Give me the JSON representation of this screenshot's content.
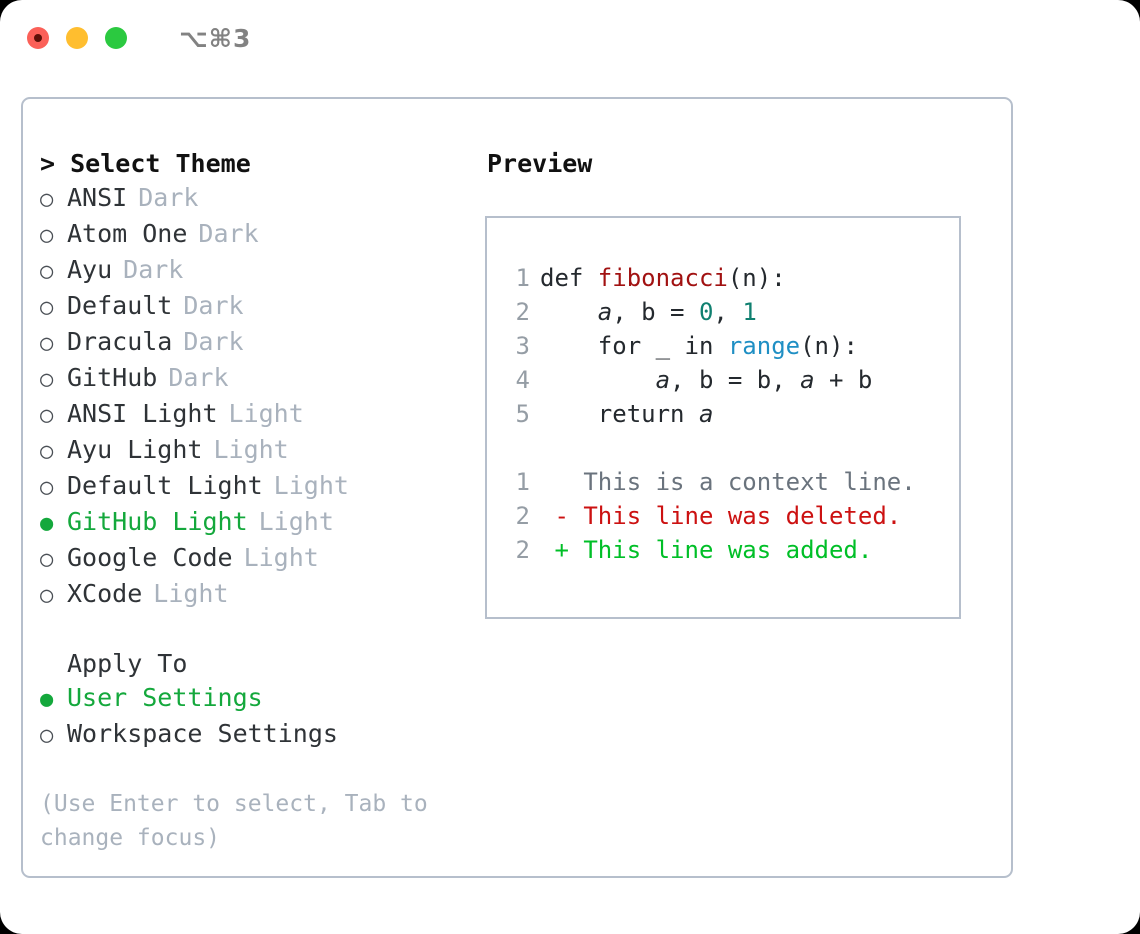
{
  "titlebar": {
    "shortcut": "⌥⌘3",
    "lights": [
      "close-red",
      "minimize-yellow",
      "zoom-green"
    ]
  },
  "theme_panel": {
    "heading_marker": ">",
    "heading": "Select Theme",
    "marker_selected": "●",
    "marker_unselected": "○",
    "items": [
      {
        "name": "ANSI",
        "tag": "Dark",
        "selected": false
      },
      {
        "name": "Atom One",
        "tag": "Dark",
        "selected": false
      },
      {
        "name": "Ayu",
        "tag": "Dark",
        "selected": false
      },
      {
        "name": "Default",
        "tag": "Dark",
        "selected": false
      },
      {
        "name": "Dracula",
        "tag": "Dark",
        "selected": false
      },
      {
        "name": "GitHub",
        "tag": "Dark",
        "selected": false
      },
      {
        "name": "ANSI Light",
        "tag": "Light",
        "selected": false
      },
      {
        "name": "Ayu Light",
        "tag": "Light",
        "selected": false
      },
      {
        "name": "Default Light",
        "tag": "Light",
        "selected": false
      },
      {
        "name": "GitHub Light",
        "tag": "Light",
        "selected": true
      },
      {
        "name": "Google Code",
        "tag": "Light",
        "selected": false
      },
      {
        "name": "XCode",
        "tag": "Light",
        "selected": false
      }
    ]
  },
  "apply_to": {
    "heading": "Apply To",
    "items": [
      {
        "name": "User Settings",
        "selected": true
      },
      {
        "name": "Workspace Settings",
        "selected": false
      }
    ]
  },
  "hint": "(Use Enter to select, Tab to change focus)",
  "preview": {
    "heading": "Preview",
    "code_lines": [
      {
        "num": "1",
        "segments": [
          {
            "text": "def ",
            "style": "plain"
          },
          {
            "text": "fibonacci",
            "style": "fn"
          },
          {
            "text": "(n):",
            "style": "plain"
          }
        ]
      },
      {
        "num": "2",
        "segments": [
          {
            "text": "    ",
            "style": "plain"
          },
          {
            "text": "a",
            "style": "var"
          },
          {
            "text": ", b = ",
            "style": "plain"
          },
          {
            "text": "0",
            "style": "num"
          },
          {
            "text": ", ",
            "style": "plain"
          },
          {
            "text": "1",
            "style": "num"
          }
        ]
      },
      {
        "num": "3",
        "segments": [
          {
            "text": "    for _ in ",
            "style": "plain"
          },
          {
            "text": "range",
            "style": "call"
          },
          {
            "text": "(n):",
            "style": "plain"
          }
        ]
      },
      {
        "num": "4",
        "segments": [
          {
            "text": "        ",
            "style": "plain"
          },
          {
            "text": "a",
            "style": "var"
          },
          {
            "text": ", b = b, ",
            "style": "plain"
          },
          {
            "text": "a",
            "style": "var"
          },
          {
            "text": " + b",
            "style": "plain"
          }
        ]
      },
      {
        "num": "5",
        "segments": [
          {
            "text": "    return ",
            "style": "plain"
          },
          {
            "text": "a",
            "style": "var"
          }
        ]
      }
    ],
    "diff_lines": [
      {
        "num": "1",
        "sign": " ",
        "text": "This is a context line.",
        "kind": "context"
      },
      {
        "num": "2",
        "sign": "-",
        "text": "This line was deleted.",
        "kind": "deleted"
      },
      {
        "num": "2",
        "sign": "+",
        "text": "This line was added.",
        "kind": "added"
      }
    ]
  },
  "colors": {
    "selected_green": "#14a83c",
    "muted": "#a9b2bd",
    "border": "#b6bfcc",
    "diff_deleted": "#cc1111",
    "diff_added": "#00bf27",
    "token_function": "#a11111",
    "token_number": "#108070",
    "token_call": "#1f8fc4"
  }
}
